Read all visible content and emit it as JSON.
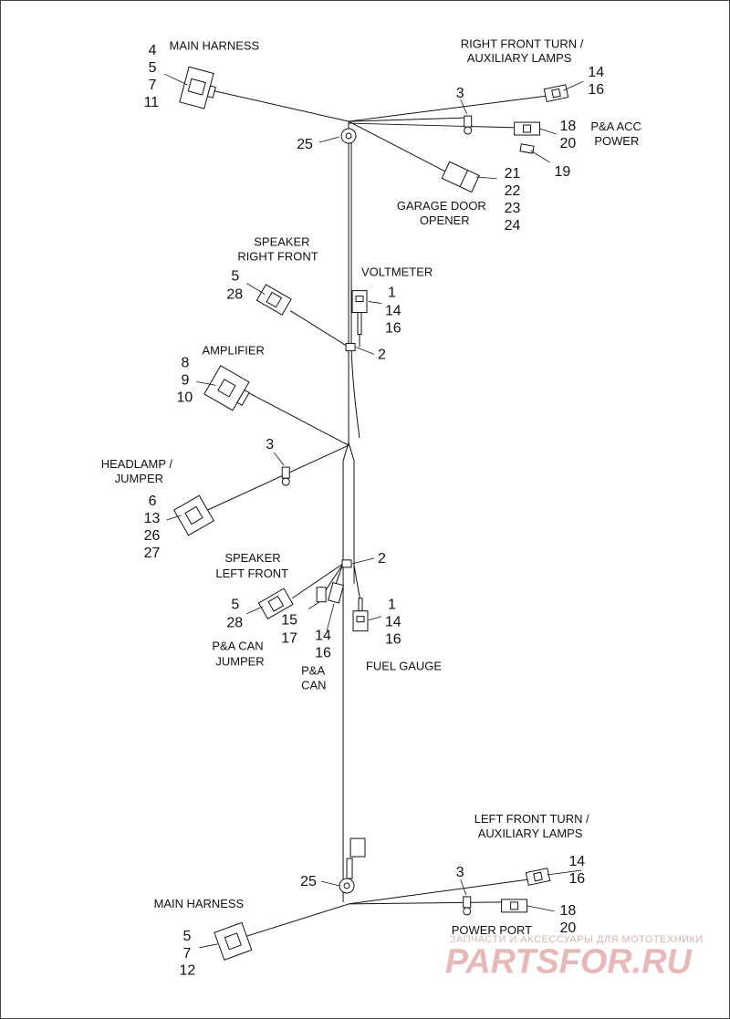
{
  "labels": {
    "main_harness_top": "MAIN HARNESS",
    "right_front_turn_1": "RIGHT FRONT TURN /",
    "right_front_turn_2": "AUXILIARY LAMPS",
    "pa_acc_1": "P&A ACC",
    "pa_acc_2": "POWER",
    "garage_1": "GARAGE DOOR",
    "garage_2": "OPENER",
    "speaker_rf_1": "SPEAKER",
    "speaker_rf_2": "RIGHT FRONT",
    "voltmeter": "VOLTMETER",
    "amplifier": "AMPLIFIER",
    "headlamp_1": "HEADLAMP /",
    "headlamp_2": "JUMPER",
    "speaker_lf_1": "SPEAKER",
    "speaker_lf_2": "LEFT FRONT",
    "pa_can_jumper_1": "P&A CAN",
    "pa_can_jumper_2": "JUMPER",
    "pa_can_1": "P&A",
    "pa_can_2": "CAN",
    "fuel_gauge": "FUEL GAUGE",
    "left_front_turn_1": "LEFT FRONT TURN /",
    "left_front_turn_2": "AUXILIARY LAMPS",
    "main_harness_bottom": "MAIN HARNESS",
    "power_port": "POWER PORT"
  },
  "callouts": {
    "mh_top": [
      "4",
      "5",
      "7",
      "11"
    ],
    "clip_top": "3",
    "rft": [
      "14",
      "16"
    ],
    "pa_acc": [
      "18",
      "20"
    ],
    "item_19": "19",
    "garage": [
      "21",
      "22",
      "23",
      "24"
    ],
    "grommet_top": "25",
    "speaker_rf": [
      "5",
      "28"
    ],
    "voltmeter": [
      "1",
      "14",
      "16"
    ],
    "clip_2_top": "2",
    "amplifier": [
      "8",
      "9",
      "10"
    ],
    "clip_headlamp": "3",
    "headlamp": [
      "6",
      "13",
      "26",
      "27"
    ],
    "clip_2_bottom": "2",
    "speaker_lf": [
      "5",
      "28"
    ],
    "pa_can_jumper": [
      "15",
      "17"
    ],
    "pa_can": [
      "14",
      "16"
    ],
    "fuel_gauge": [
      "1",
      "14",
      "16"
    ],
    "lft": [
      "14",
      "16"
    ],
    "clip_bottom": "3",
    "grommet_bottom": "25",
    "power_port": [
      "18",
      "20"
    ],
    "mh_bottom": [
      "5",
      "7",
      "12"
    ]
  },
  "watermark": {
    "tagline": "ЗАПЧАСТИ И АКСЕССУАРЫ ДЛЯ МОТОТЕХНИКИ",
    "brand": "PARTSFOR.RU"
  }
}
